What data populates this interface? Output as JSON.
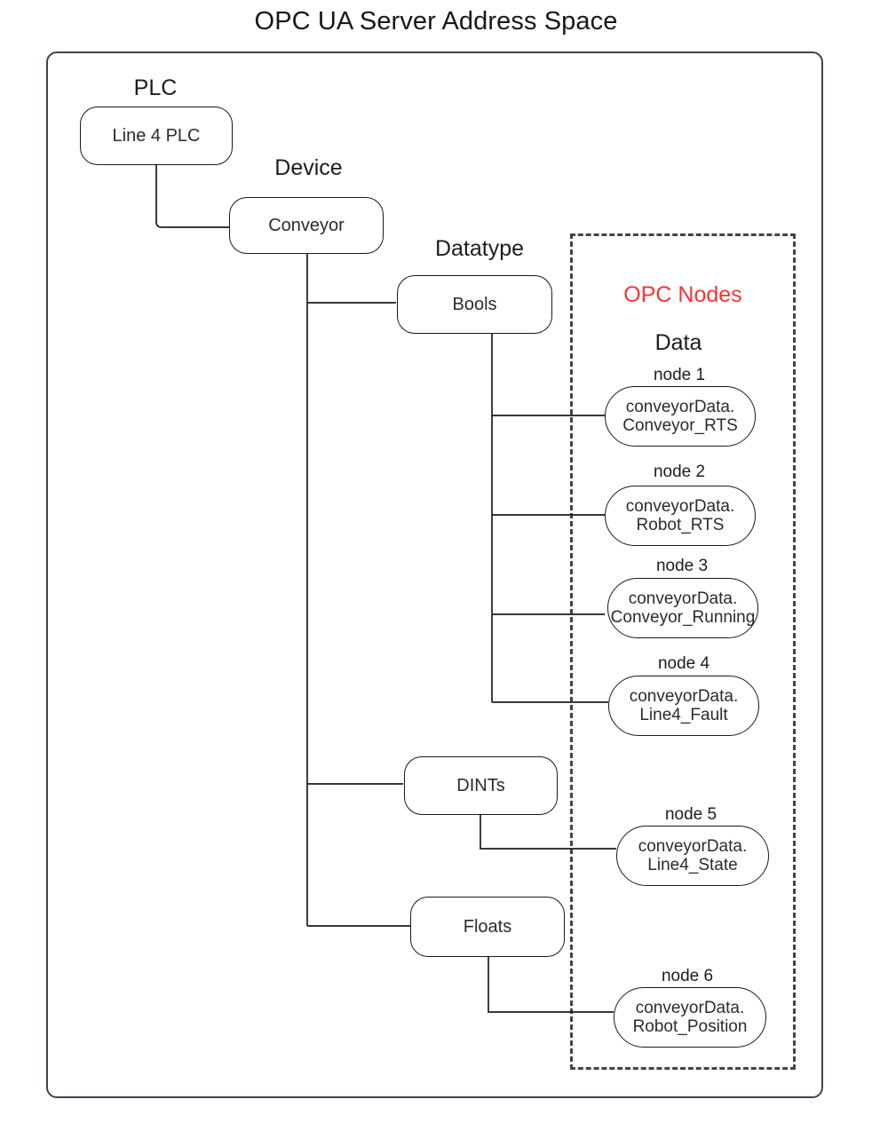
{
  "title": "OPC UA Server Address Space",
  "groups": {
    "plc_label": "PLC",
    "device_label": "Device",
    "datatype_label": "Datatype",
    "opc_nodes_label": "OPC Nodes",
    "data_label": "Data"
  },
  "colors": {
    "accent": "#ff3131",
    "outline": "#3f4350",
    "node_stroke": "#18191b",
    "text": "#1d1d1f",
    "background": "#ffffff"
  },
  "tree": {
    "plc": {
      "label": "Line 4 PLC"
    },
    "device": {
      "label": "Conveyor"
    },
    "datatypes": [
      {
        "label": "Bools"
      },
      {
        "label": "DINTs"
      },
      {
        "label": "Floats"
      }
    ]
  },
  "opc_nodes": [
    {
      "index_label": "node 1",
      "line1": "conveyorData.",
      "line2": "Conveyor_RTS",
      "parent": "Bools"
    },
    {
      "index_label": "node 2",
      "line1": "conveyorData.",
      "line2": "Robot_RTS",
      "parent": "Bools"
    },
    {
      "index_label": "node 3",
      "line1": "conveyorData.",
      "line2": "Conveyor_Running",
      "parent": "Bools"
    },
    {
      "index_label": "node 4",
      "line1": "conveyorData.",
      "line2": "Line4_Fault",
      "parent": "Bools"
    },
    {
      "index_label": "node 5",
      "line1": "conveyorData.",
      "line2": "Line4_State",
      "parent": "DINTs"
    },
    {
      "index_label": "node 6",
      "line1": "conveyorData.",
      "line2": "Robot_Position",
      "parent": "Floats"
    }
  ]
}
